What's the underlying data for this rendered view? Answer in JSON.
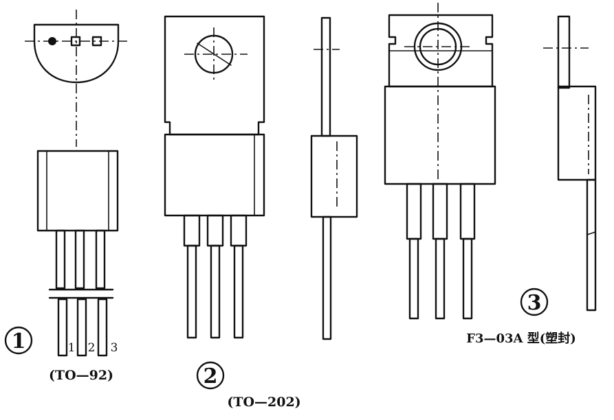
{
  "packages": [
    {
      "number": "1",
      "name": "(TO—92)",
      "pins": [
        "1",
        "2",
        "3"
      ]
    },
    {
      "number": "2",
      "name": "(TO—202)"
    },
    {
      "number": "3",
      "name": "F3—03A 型(塑封)"
    }
  ],
  "colors": {
    "ink": "#111111",
    "paper": "#ffffff"
  }
}
